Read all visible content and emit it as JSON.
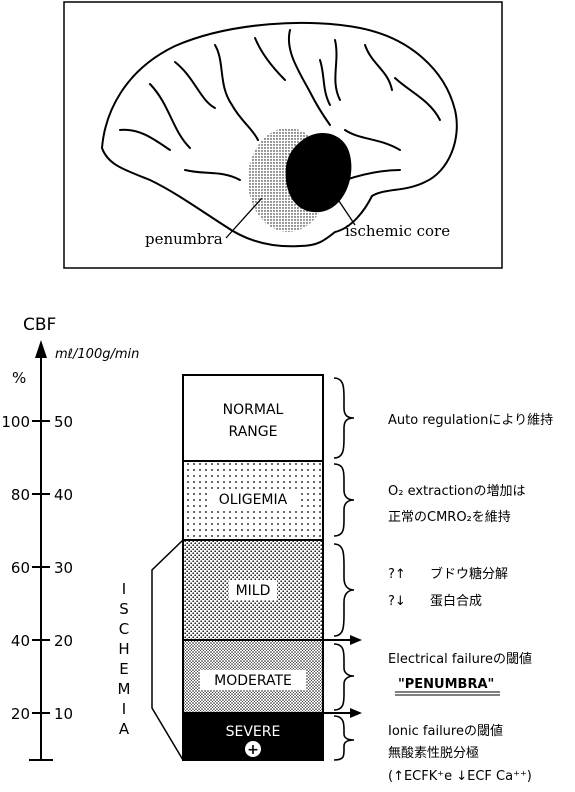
{
  "brain": {
    "penumbra_label": "penumbra",
    "core_label": "ischemic core"
  },
  "axis": {
    "title": "CBF",
    "unit": "mℓ/100g/min",
    "percent_symbol": "%",
    "ticks": [
      {
        "pct": "100",
        "abs": "50"
      },
      {
        "pct": "80",
        "abs": "40"
      },
      {
        "pct": "60",
        "abs": "30"
      },
      {
        "pct": "40",
        "abs": "20"
      },
      {
        "pct": "20",
        "abs": "10"
      }
    ]
  },
  "ischemia_label": [
    "I",
    "S",
    "C",
    "H",
    "E",
    "M",
    "I",
    "A"
  ],
  "boxes": {
    "normal_1": "NORMAL",
    "normal_2": "RANGE",
    "oligemia": "OLIGEMIA",
    "mild": "MILD",
    "moderate": "MODERATE",
    "severe": "SEVERE",
    "severe_symbol": "+"
  },
  "notes": {
    "auto": "Auto regulationにより維持",
    "o2_line1": "O₂ extractionの増加は",
    "o2_line2": "正常のCMRO₂を維持",
    "mild_1_mark": "?↑",
    "mild_1_text": "ブドウ糖分解",
    "mild_2_mark": "?↓",
    "mild_2_text": "蛋白合成",
    "electrical": "Electrical failureの閾値",
    "penumbra": "\"PENUMBRA\"",
    "ionic_1": "Ionic failureの閾値",
    "ionic_2": "無酸素性脱分極",
    "ionic_3": "(↑ECFK⁺e ↓ECF Ca⁺⁺)"
  }
}
